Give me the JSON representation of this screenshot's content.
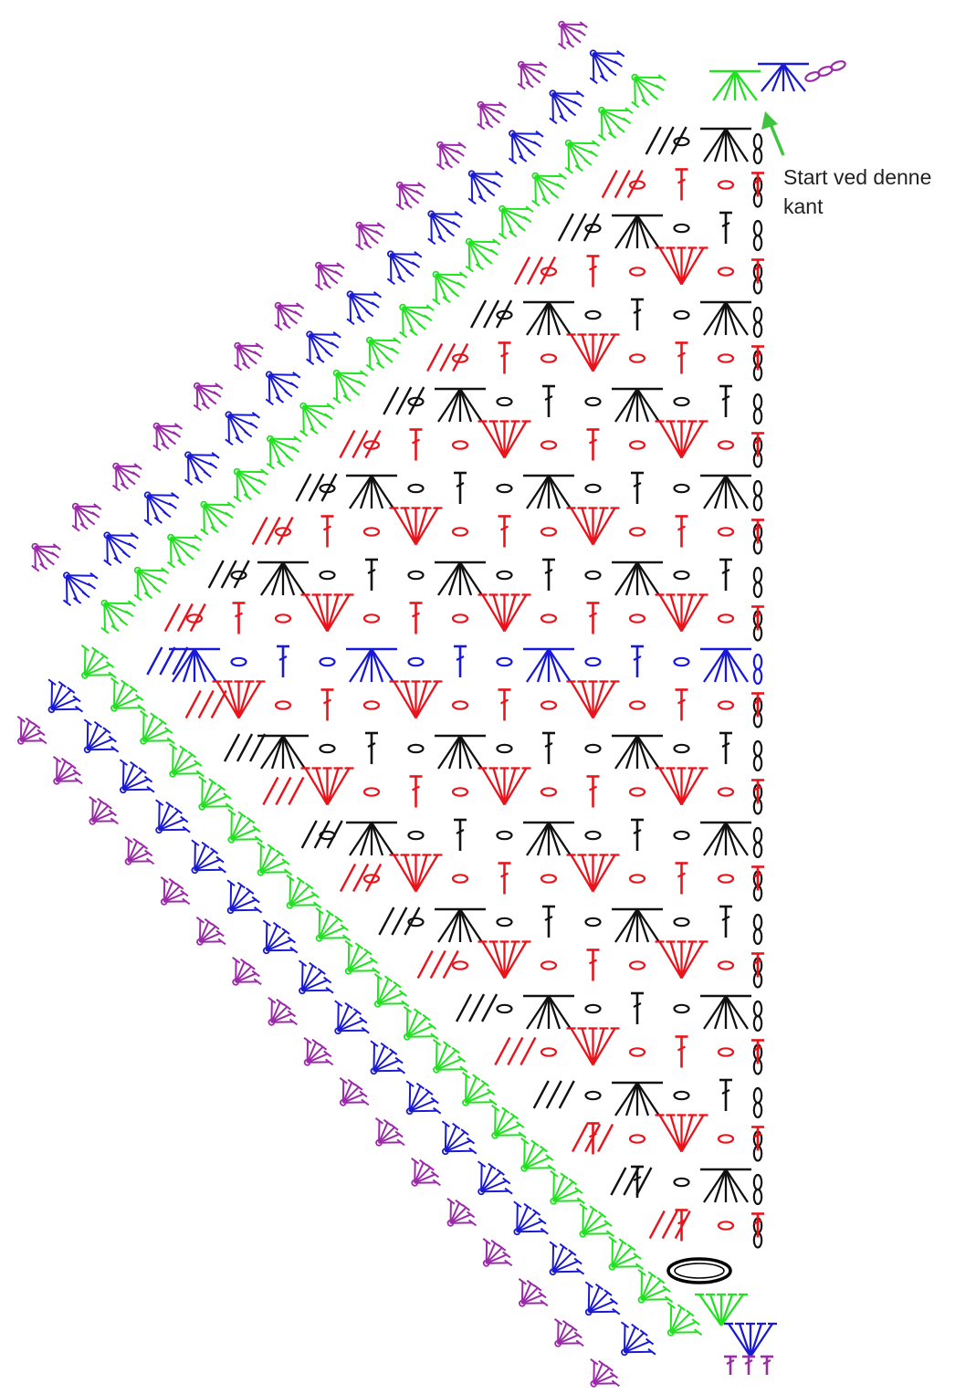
{
  "annotation": {
    "line1": "Start ved denne",
    "line2": "kant"
  },
  "colors": {
    "row_red": "#e8141c",
    "row_black": "#111111",
    "row_blue": "#1818d8",
    "border_green": "#22e022",
    "border_blue": "#1a1ad0",
    "border_purple": "#9a2aa8",
    "arrow": "#3ec43e",
    "ring": "#000000"
  },
  "stitch_symbols": [
    "chain",
    "double-crochet",
    "triple-crochet",
    "shell",
    "v-cluster",
    "magic-ring"
  ]
}
